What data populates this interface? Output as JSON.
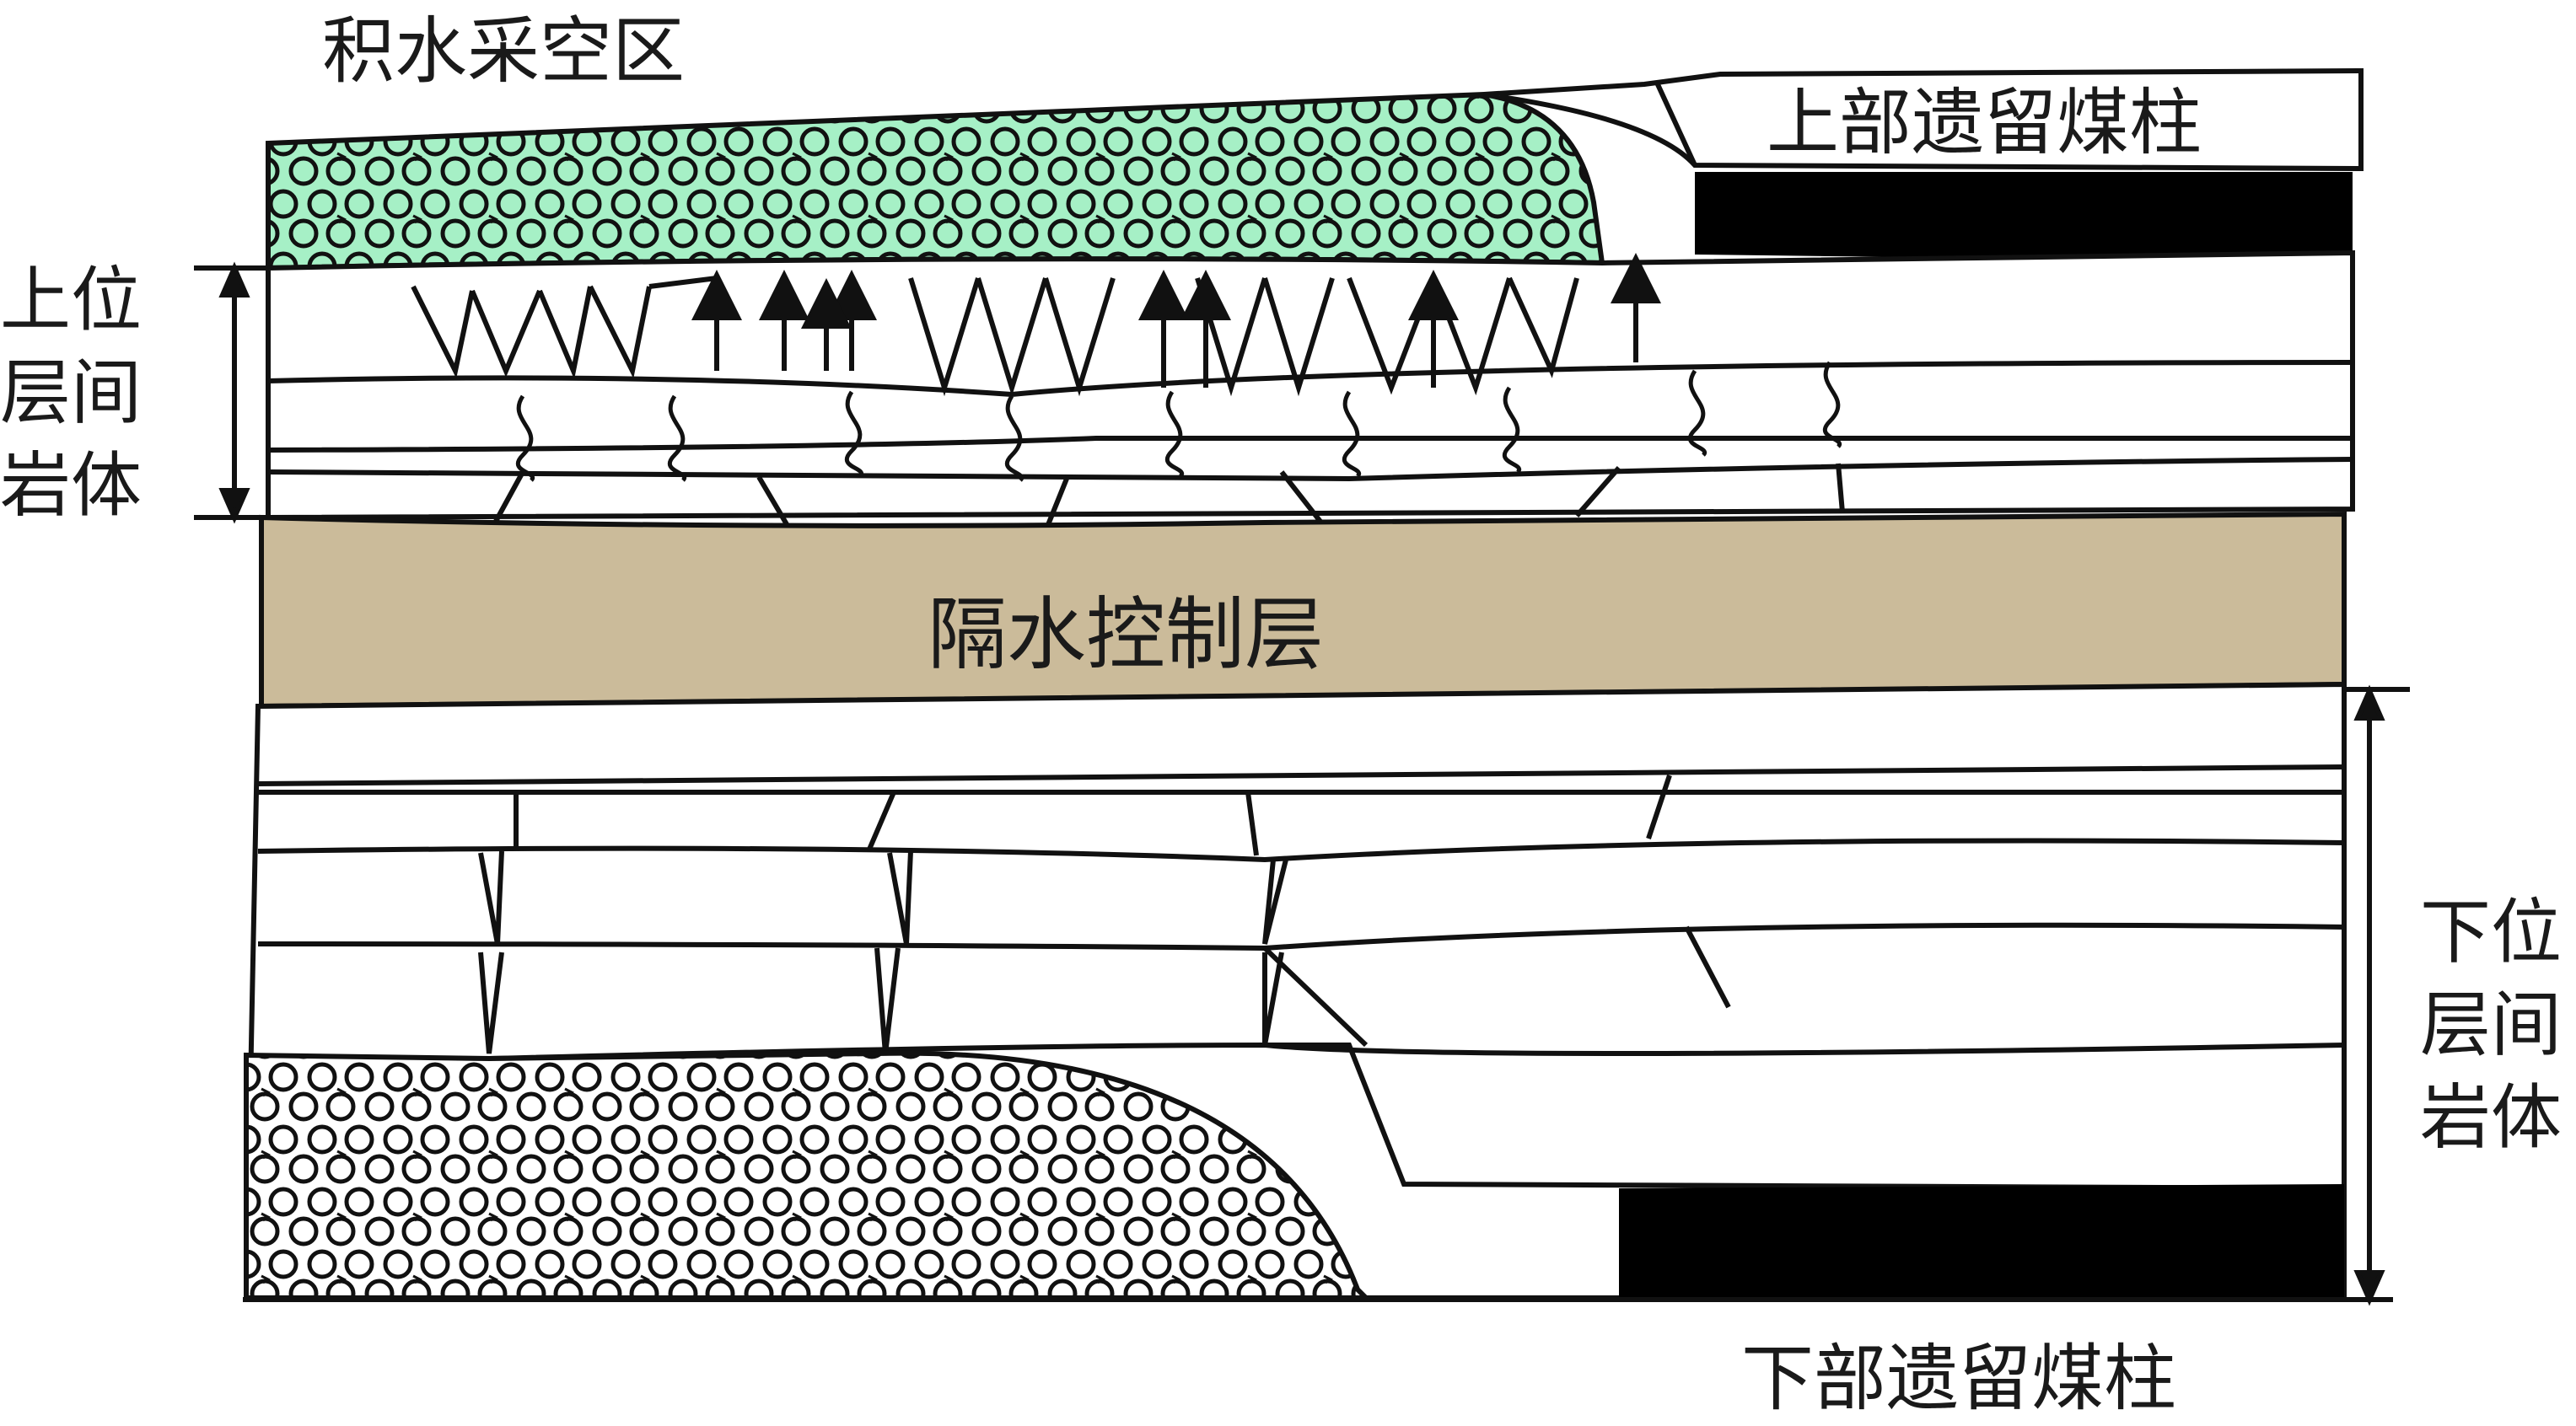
{
  "labels": {
    "goaf": "积水采空区",
    "upper_pillar": "上部遗留煤柱",
    "lower_pillar": "下部遗留煤柱",
    "aquiclude": "隔水控制层",
    "upper_interburden": [
      "上位",
      "层间",
      "岩体"
    ],
    "lower_interburden": [
      "下位",
      "层间",
      "岩体"
    ]
  },
  "colors": {
    "goaf_fill": "#a6f0c6",
    "aquiclude_fill": "#cbbb9a",
    "coal_fill": "#000000",
    "line": "#111111",
    "lower_goaf_fill": "#ffffff"
  }
}
